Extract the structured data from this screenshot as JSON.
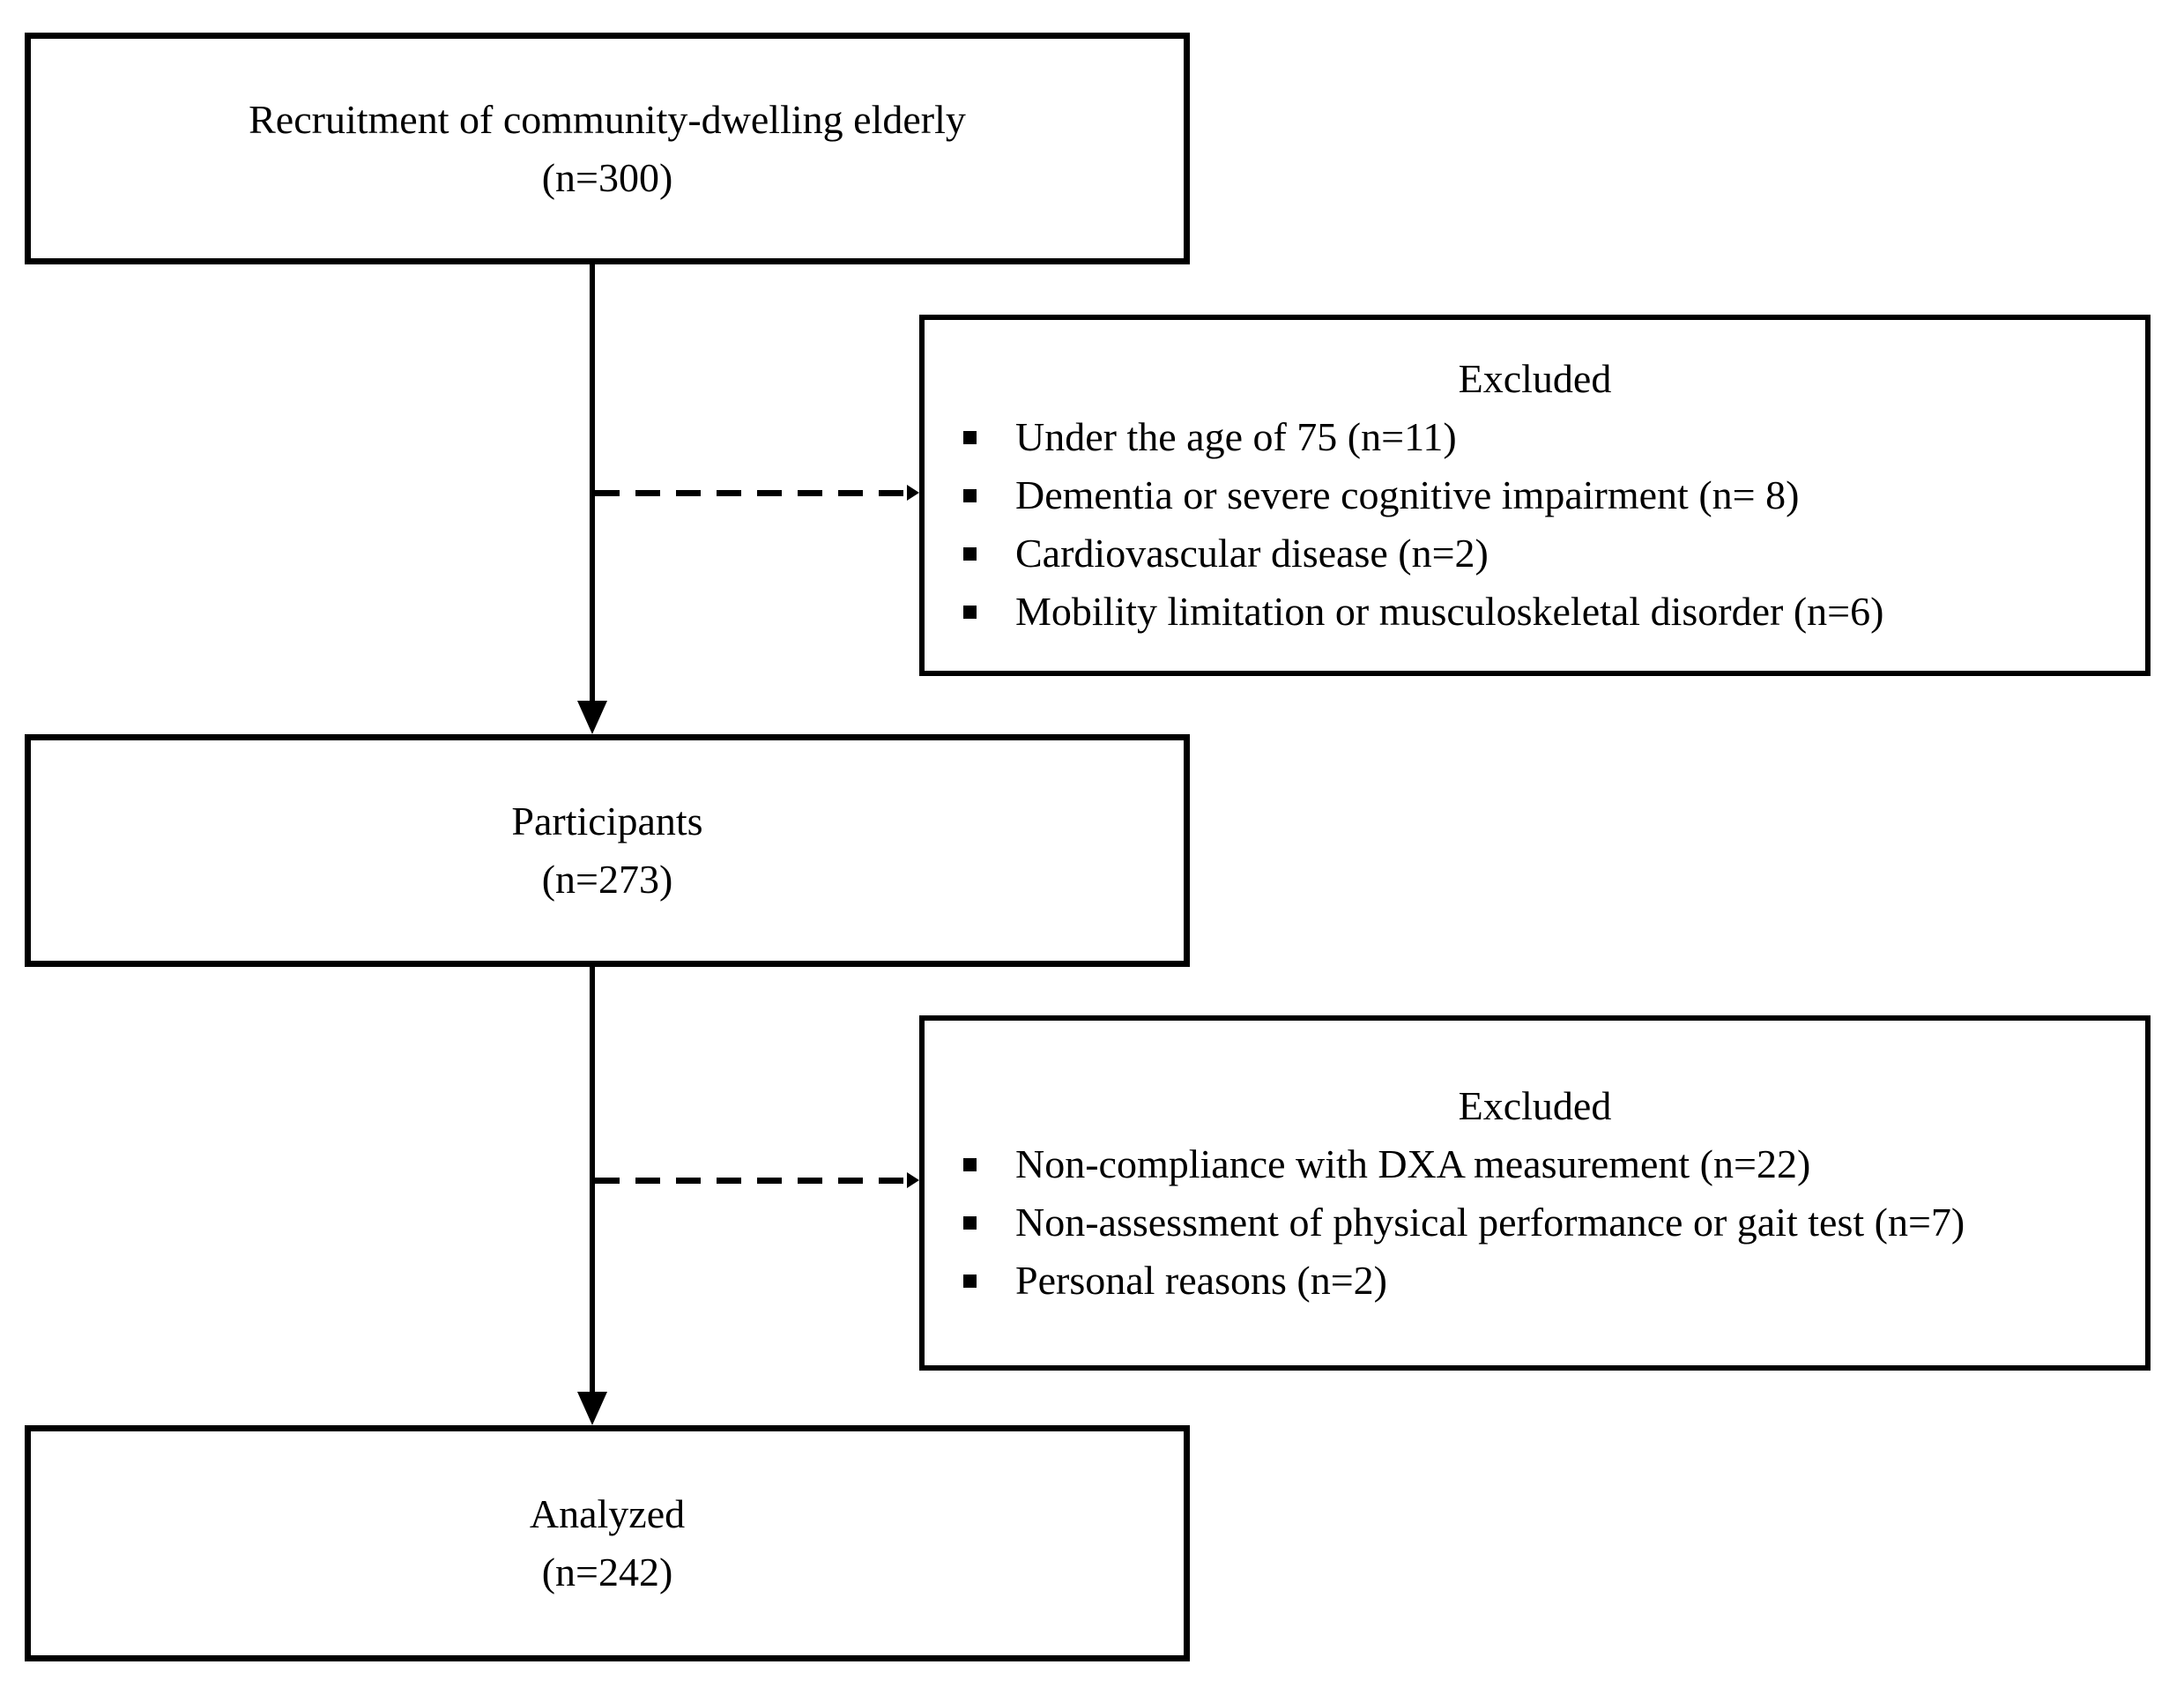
{
  "colors": {
    "border": "#000000",
    "text": "#000000",
    "background": "#ffffff"
  },
  "flow": {
    "recruitment": {
      "title": "Recruitment of community-dwelling elderly",
      "count": "(n=300)"
    },
    "excluded_first": {
      "title": "Excluded",
      "items": [
        "Under the age of 75 (n=11)",
        "Dementia or severe cognitive impairment (n= 8)",
        "Cardiovascular disease (n=2)",
        "Mobility limitation or musculoskeletal disorder (n=6)"
      ]
    },
    "participants": {
      "title": "Participants",
      "count": "(n=273)"
    },
    "excluded_second": {
      "title": "Excluded",
      "items": [
        "Non-compliance with DXA measurement (n=22)",
        "Non-assessment of physical performance or gait test (n=7)",
        "Personal reasons (n=2)"
      ]
    },
    "analyzed": {
      "title": "Analyzed",
      "count": "(n=242)"
    }
  }
}
